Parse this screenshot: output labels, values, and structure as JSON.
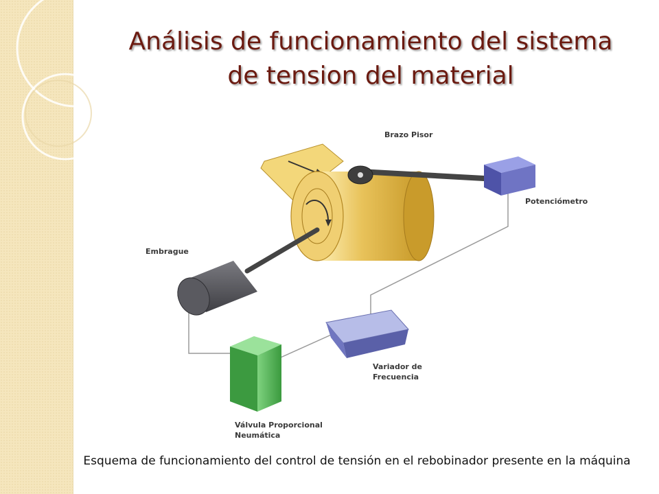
{
  "slide": {
    "title": "Análisis de funcionamiento del sistema de tension del material",
    "caption": "Esquema de funcionamiento del control de tensión en el rebobinador presente en la máquina"
  },
  "diagram": {
    "labels": {
      "brazo_pisor": "Brazo Pisor",
      "potenciometro": "Potenciómetro",
      "embrague": "Embrague",
      "variador_line1": "Variador de",
      "variador_line2": "Frecuencia",
      "valvula_line1": "Válvula Proporcional",
      "valvula_line2": "Neumática"
    }
  },
  "colors": {
    "title": "#6b1a10",
    "roller": "#e8c25a",
    "clutch": "#5a5a60",
    "valve": "#4caf50",
    "potentiometer": "#6f74c4",
    "side_strip": "#f5e6bd"
  }
}
